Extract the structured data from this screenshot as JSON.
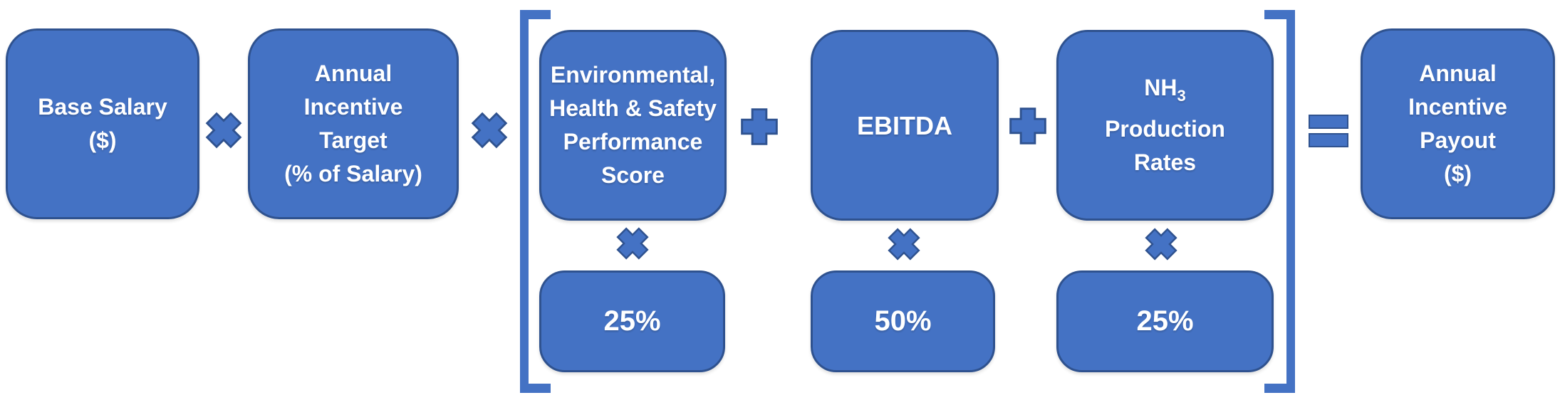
{
  "colors": {
    "box_fill": "#4472C4",
    "box_border": "#2F528F",
    "bracket": "#4472C4",
    "text": "#FFFFFF"
  },
  "formula": {
    "base_salary": {
      "line1": "Base Salary",
      "line2": "($)"
    },
    "incentive_target": {
      "line1": "Annual",
      "line2": "Incentive",
      "line3": "Target",
      "line4": "(% of Salary)"
    },
    "ehs": {
      "line1": "Environmental,",
      "line2": "Health & Safety",
      "line3": "Performance",
      "line4": "Score",
      "weight": "25%"
    },
    "ebitda": {
      "line1": "EBITDA",
      "weight": "50%"
    },
    "nh3": {
      "line1_main": "NH",
      "line1_sub": "3",
      "line2": "Production",
      "line3": "Rates",
      "weight": "25%"
    },
    "payout": {
      "line1": "Annual",
      "line2": "Incentive",
      "line3": "Payout",
      "line4": "($)"
    },
    "operators": {
      "times": "×",
      "plus": "+",
      "equals": "="
    }
  }
}
